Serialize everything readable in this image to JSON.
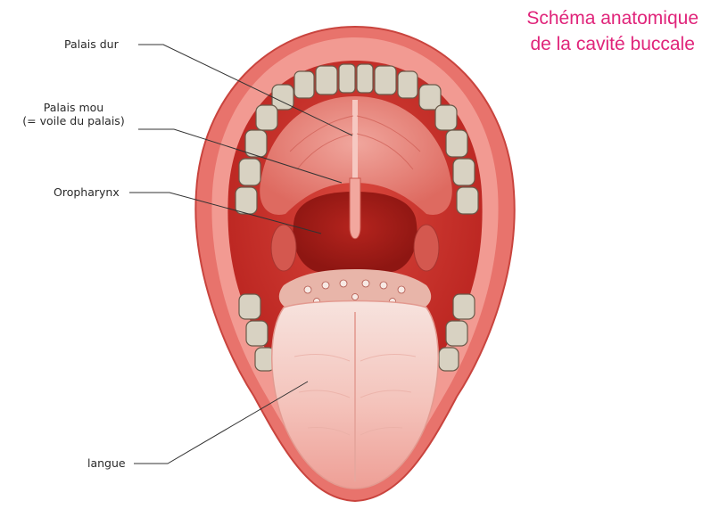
{
  "title": {
    "line1": "Schéma anatomique",
    "line2": "de la cavité buccale"
  },
  "labels": {
    "palais_dur": "Palais dur",
    "palais_mou_1": "Palais mou",
    "palais_mou_2": "(= voile du palais)",
    "oropharynx": "Oropharynx",
    "langue": "langue"
  },
  "colors": {
    "title": "#e0247a",
    "lip": "#e8736c",
    "cavity": "#c9302a",
    "palate": "#e9867c",
    "tongue": "#f2b6ae",
    "teeth": "#d8d2c2"
  }
}
